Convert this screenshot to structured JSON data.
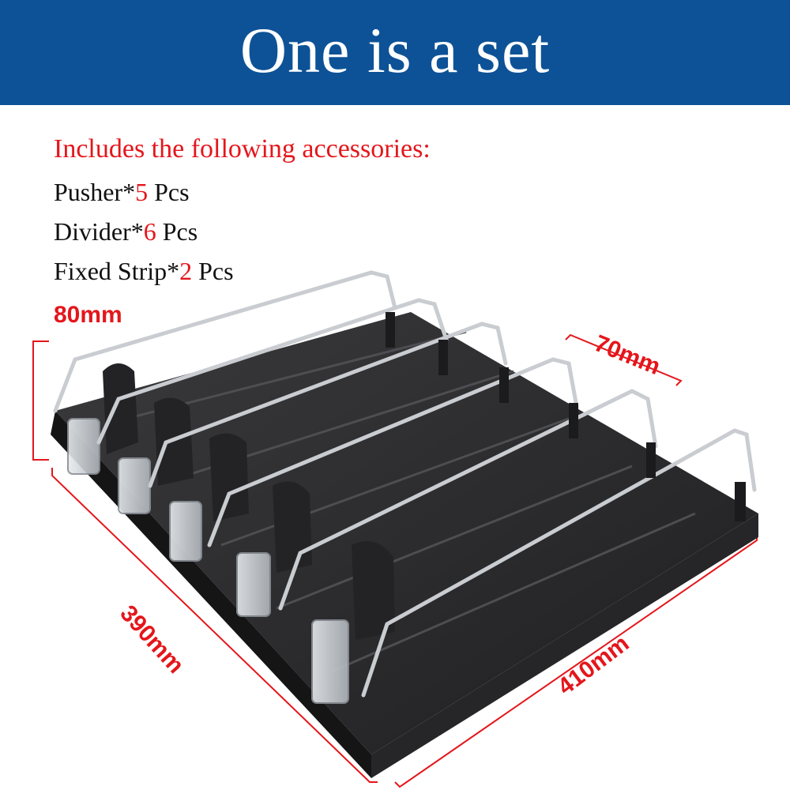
{
  "banner": {
    "title": "One is a set"
  },
  "accessories": {
    "heading": "Includes the following accessories:",
    "items": [
      {
        "name": "Pusher*",
        "qty": "5",
        "unit": " Pcs"
      },
      {
        "name": "Divider*",
        "qty": "6",
        "unit": " Pcs"
      },
      {
        "name": "Fixed Strip*",
        "qty": "2",
        "unit": " Pcs"
      }
    ]
  },
  "dimensions": {
    "height": "80mm",
    "depth_small": "70mm",
    "length": "390mm",
    "width": "410mm"
  },
  "colors": {
    "banner_bg": "#0d5297",
    "accent_red": "#e4161b",
    "tray_dark": "#2b2b2d",
    "rail_silver": "#c9ccd0"
  }
}
